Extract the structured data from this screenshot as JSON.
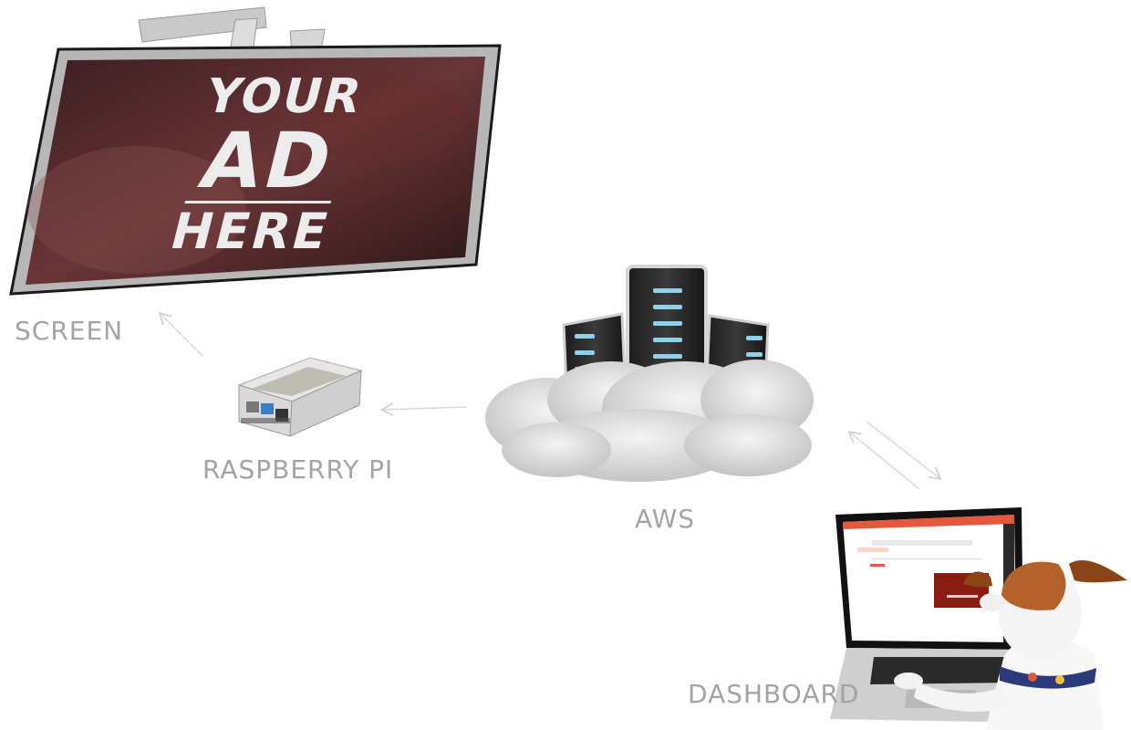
{
  "nodes": {
    "screen": {
      "label": "SCREEN",
      "ad_lines": [
        "YOUR",
        "AD",
        "HERE"
      ]
    },
    "raspberry": {
      "label": "RASPBERRY PI"
    },
    "aws": {
      "label": "AWS"
    },
    "dashboard": {
      "label": "DASHBOARD"
    }
  },
  "colors": {
    "label": "#a3a3a3",
    "arrow": "#d0d0d0",
    "screen_bg": "#5a2a2e",
    "dashboard_header": "#e4583e",
    "dashboard_card": "#8b1a10"
  },
  "icons": [
    "tv-screen-icon",
    "raspberry-pi-icon",
    "cloud-server-icon",
    "laptop-icon",
    "dog-icon"
  ]
}
